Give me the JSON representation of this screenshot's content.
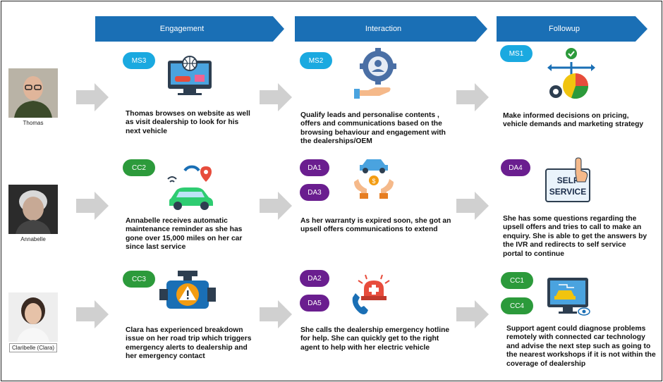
{
  "stages": [
    "Engagement",
    "Interaction",
    "Followup"
  ],
  "people": [
    {
      "name": "Thomas"
    },
    {
      "name": "Annabelle"
    },
    {
      "name": "Claribelle (Clara)"
    }
  ],
  "rows": [
    {
      "engagement": {
        "badges": [
          "MS3"
        ],
        "icon": "website-browsing-icon",
        "text": "Thomas browses on website as well as visit dealership to look for his next vehicle"
      },
      "interaction": {
        "badges": [
          "MS2"
        ],
        "icon": "personalised-offer-icon",
        "text": "Qualify leads and personalise contents , offers and communications based on the browsing behaviour and engagement with the dealerships/OEM"
      },
      "followup": {
        "badges": [
          "MS1"
        ],
        "icon": "decision-analytics-icon",
        "text": "Make informed decisions on pricing, vehicle demands and marketing strategy"
      }
    },
    {
      "engagement": {
        "badges": [
          "CC2"
        ],
        "icon": "connected-car-icon",
        "text": "Annabelle receives automatic maintenance reminder as she has gone over 15,000 miles on her car since last service"
      },
      "interaction": {
        "badges": [
          "DA1",
          "DA3"
        ],
        "icon": "upsell-offer-icon",
        "text": "As her warranty is expired soon, she got an upsell offers communications to extend"
      },
      "followup": {
        "badges": [
          "DA4"
        ],
        "icon": "self-service-icon",
        "icon_text": [
          "SELF",
          "SERVICE"
        ],
        "text": "She has some questions regarding the upsell offers and tries to call to make an enquiry. She is able to get the answers by the IVR and redirects to self service portal to continue"
      }
    },
    {
      "engagement": {
        "badges": [
          "CC3"
        ],
        "icon": "engine-warning-icon",
        "text": "Clara has experienced breakdown issue on her road trip which triggers emergency alerts to dealership and her emergency contact"
      },
      "interaction": {
        "badges": [
          "DA2",
          "DA5"
        ],
        "icon": "emergency-call-icon",
        "text": "She calls the dealership emergency hotline for help. She can quickly get to the right agent to help with her electric vehicle"
      },
      "followup": {
        "badges": [
          "CC1",
          "CC4"
        ],
        "icon": "remote-diagnosis-icon",
        "text": "Support agent could diagnose problems remotely with connected car technology and advise the next step such as going to the nearest workshops if it is not within the coverage of dealership"
      }
    }
  ],
  "colors": {
    "stage": "#1a6fb5",
    "badge_blue": "#1aa9e0",
    "badge_green": "#2c9a3b",
    "badge_purple": "#6a1e8f",
    "arrow": "#d0d0d0"
  }
}
